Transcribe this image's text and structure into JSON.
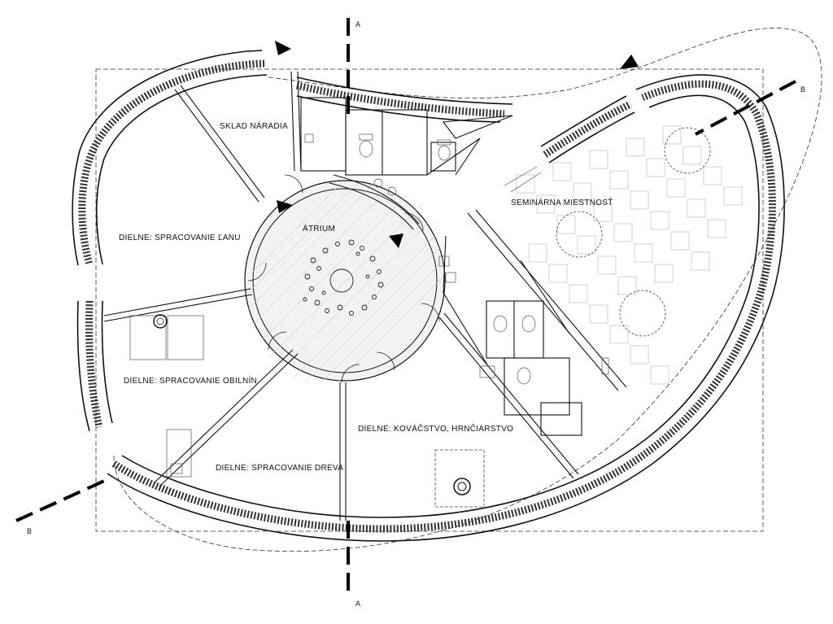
{
  "rooms": {
    "sklad": "SKLAD NÁRADIA",
    "atrium": "ÁTRIUM",
    "lan": "DIELNE: SPRACOVANIE ĽANU",
    "obilnin": "DIELNE: SPRACOVANIE OBILNÍN",
    "dreva": "DIELNE: SPRACOVANIE DREVA",
    "kovac": "DIELNE: KOVÁČSTVO, HRNČIARSTVO",
    "seminar": "SEMINÁRNA MIESTNOSŤ"
  },
  "sections": {
    "a_top": "A",
    "a_bottom": "A",
    "b_right": "B",
    "b_left": "B"
  },
  "icons": {
    "entrance_arrow": "triangle-arrow-icon",
    "fireplace": "round-stove-icon",
    "toilet": "toilet-icon"
  }
}
